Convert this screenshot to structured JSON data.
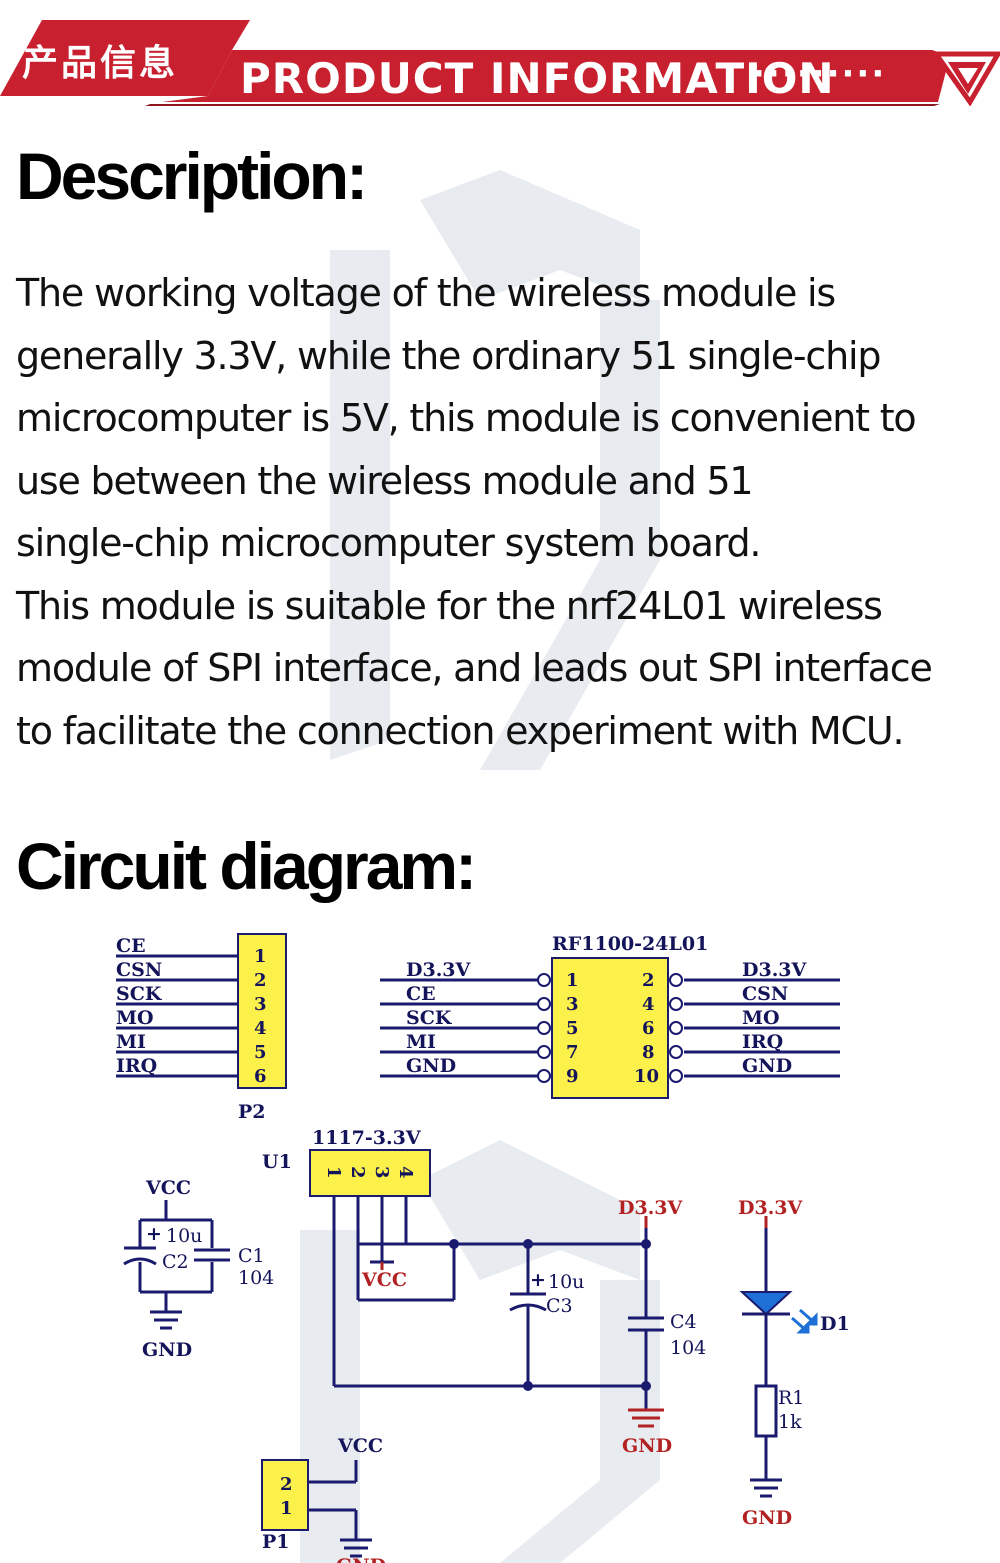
{
  "banner": {
    "title_cn": "产品信息",
    "title_en": "PRODUCT INFORMATION",
    "dots": "·········",
    "accent_color": "#c8202e",
    "icon": "triangle-down-icon"
  },
  "description": {
    "heading": "Description:",
    "lines": [
      "The working voltage of the wireless module is",
      "generally 3.3V, while the ordinary 51 single-chip",
      "microcomputer is 5V, this module is convenient to",
      "use between the wireless module and 51",
      "single-chip microcomputer system board.",
      "This module is suitable for the nrf24L01 wireless",
      "module of SPI interface, and leads out SPI interface",
      "to facilitate the connection experiment with MCU."
    ]
  },
  "circuit": {
    "heading": "Circuit diagram:",
    "p2": {
      "ref": "P2",
      "signals": [
        "CE",
        "CSN",
        "SCK",
        "MO",
        "MI",
        "IRQ"
      ],
      "pins": [
        "1",
        "2",
        "3",
        "4",
        "5",
        "6"
      ]
    },
    "rf": {
      "name": "RF1100-24L01",
      "left_signals": [
        "D3.3V",
        "CE",
        "SCK",
        "MI",
        "GND"
      ],
      "right_signals": [
        "D3.3V",
        "CSN",
        "MO",
        "IRQ",
        "GND"
      ],
      "left_pins": [
        "1",
        "3",
        "5",
        "7",
        "9"
      ],
      "right_pins": [
        "2",
        "4",
        "6",
        "8",
        "10"
      ]
    },
    "u1": {
      "ref": "U1",
      "part": "1117-3.3V",
      "pins": [
        "1",
        "2",
        "3",
        "4"
      ],
      "vcc": "VCC"
    },
    "input_caps": {
      "vcc": "VCC",
      "c2_value": "10u",
      "c2_ref": "C2",
      "c1_ref": "C1",
      "c1_value": "104",
      "gnd": "GND",
      "plus": "+"
    },
    "output": {
      "d33": "D3.3V",
      "c3_value": "10u",
      "c3_ref": "C3",
      "c4_ref": "C4",
      "c4_value": "104",
      "gnd": "GND",
      "plus": "+"
    },
    "led": {
      "d33": "D3.3V",
      "d_ref": "D1",
      "r_ref": "R1",
      "r_value": "1k",
      "gnd": "GND"
    },
    "p1": {
      "ref": "P1",
      "pins": [
        "2",
        "1"
      ],
      "vcc": "VCC",
      "gnd": "GND"
    },
    "colors": {
      "wire": "#1a1a6e",
      "label": "#14145a",
      "red": "#b22222",
      "yellow": "#fbf14a",
      "led_blue": "#1e6fd6"
    }
  }
}
